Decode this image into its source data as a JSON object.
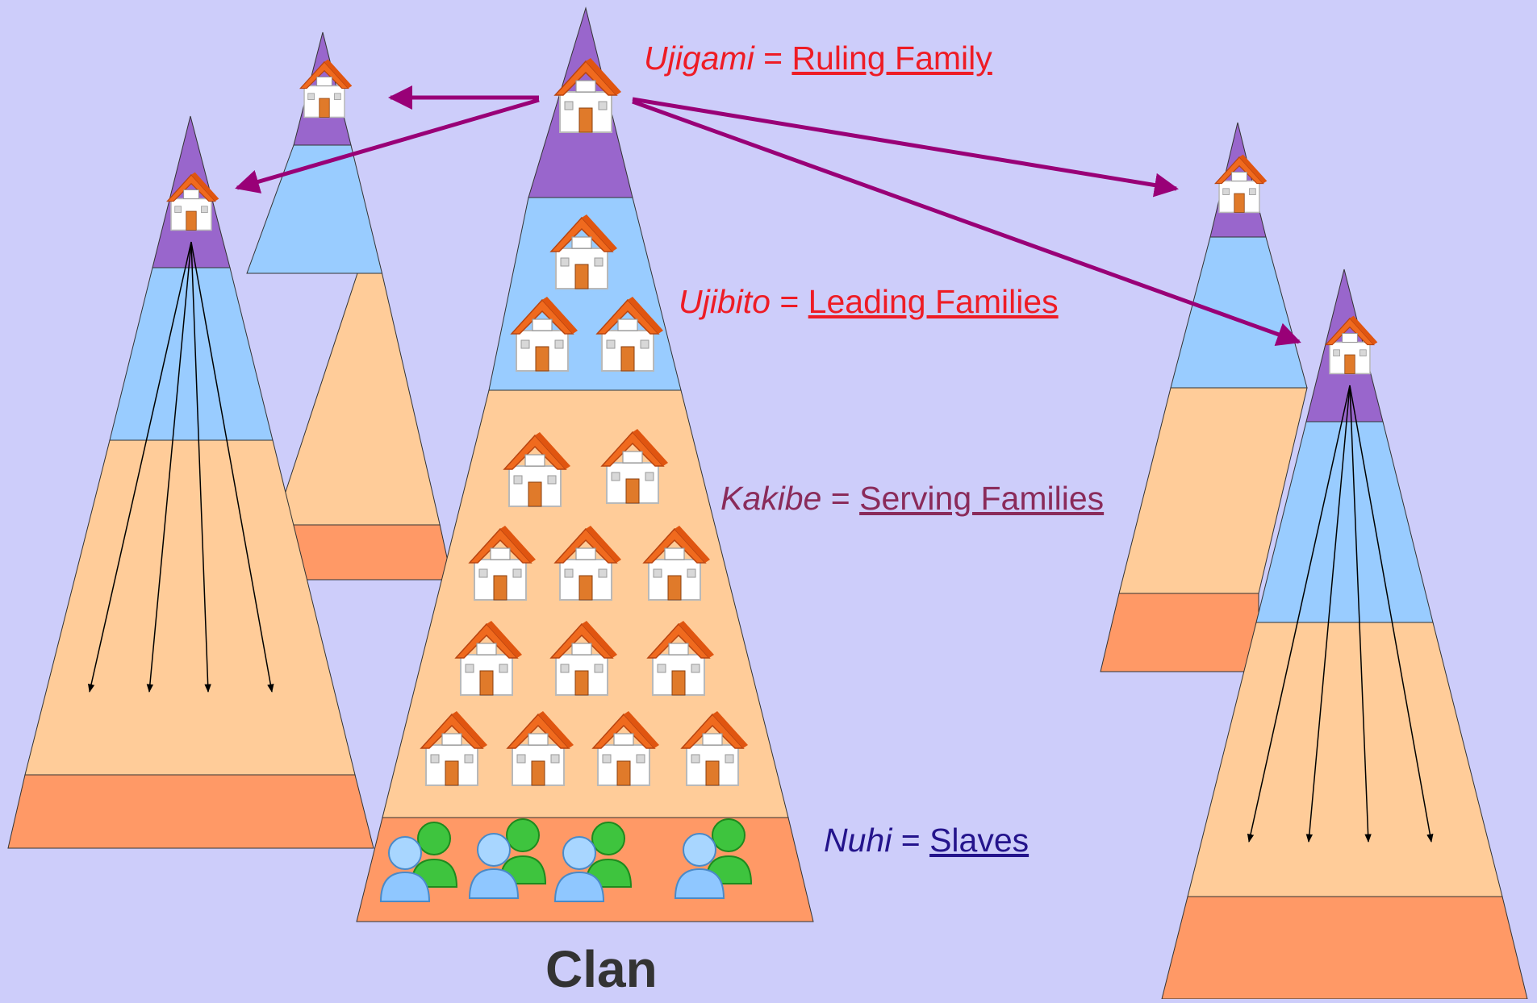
{
  "colors": {
    "background": "#cdcdfa",
    "top_tier": "#9966cc",
    "second_tier": "#99ccff",
    "third_tier": "#ffcc99",
    "bottom_tier": "#ff9966",
    "relation_arrow": "#990077",
    "house_roof": "#f06a1e",
    "house_wall": "#ffffff",
    "person_blue": "#8fc7ff",
    "person_green": "#3ec43e"
  },
  "icons": [
    "house-icon",
    "people-icon"
  ],
  "labels": {
    "ujigami": {
      "term": "Ujigami",
      "equals": " = ",
      "meaning": "Ruling Family"
    },
    "ujibito": {
      "term": "Ujibito",
      "equals": " = ",
      "meaning": "Leading Families"
    },
    "kakibe": {
      "term": "Kakibe",
      "equals": " = ",
      "meaning": "Serving Families"
    },
    "nuhi": {
      "term": "Nuhi",
      "equals": " = ",
      "meaning": "Slaves"
    }
  },
  "caption": "Clan"
}
